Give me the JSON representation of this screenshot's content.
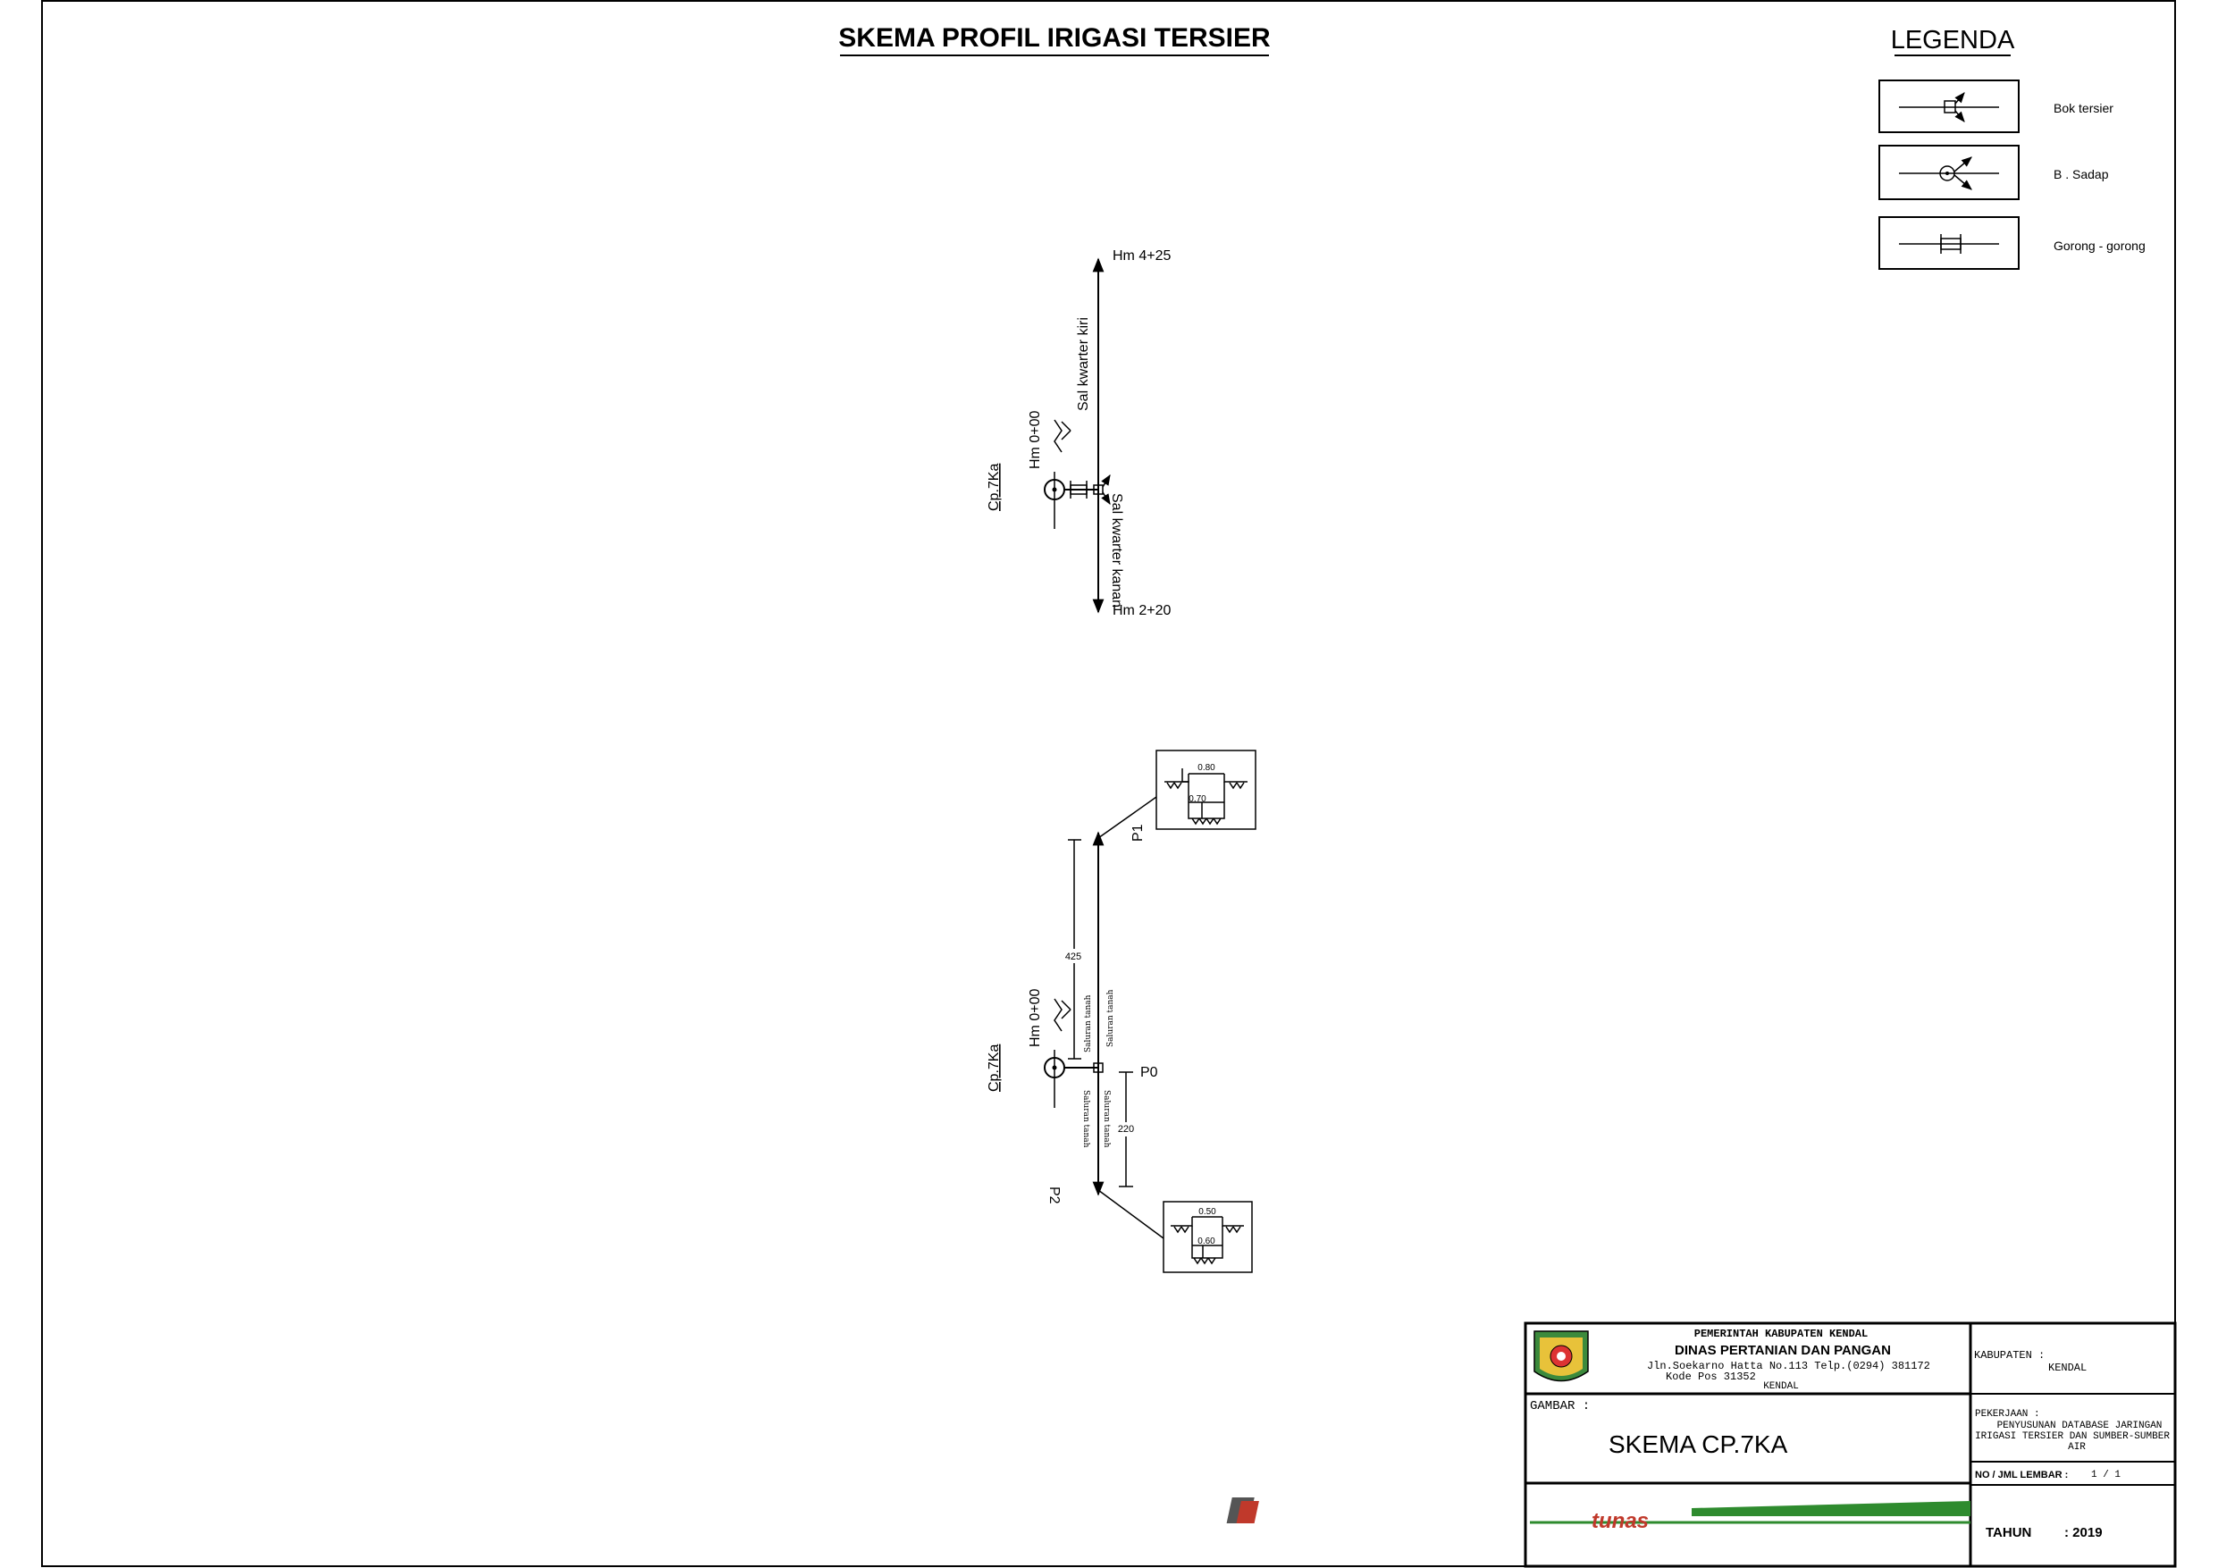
{
  "title": "SKEMA PROFIL IRIGASI TERSIER",
  "legend": {
    "heading": "LEGENDA",
    "items": [
      {
        "label": "Bok tersier",
        "icon": "bok-tersier-icon"
      },
      {
        "label": "B . Sadap",
        "icon": "bangunan-sadap-icon"
      },
      {
        "label": "Gorong - gorong",
        "icon": "gorong-gorong-icon"
      }
    ]
  },
  "schema_upper": {
    "node": "Cp.7Ka",
    "station": "Hm 0+00",
    "top_end": "Hm 4+25",
    "bottom_end": "Hm 2+20",
    "left_channel": "Sal kwarter kiri",
    "right_channel": "Sal kwarter kanan"
  },
  "schema_lower": {
    "node": "Cp.7Ka",
    "station": "Hm 0+00",
    "p0": "P0",
    "p1": "P1",
    "p2": "P2",
    "length_up": "425",
    "length_down": "220",
    "channel_label": "Saluran tanah",
    "section_p1": {
      "width": "0.80",
      "depth": "0.70"
    },
    "section_p2": {
      "width": "0.50",
      "depth": "0.60"
    }
  },
  "title_block": {
    "gov": "PEMERINTAH KABUPATEN KENDAL",
    "agency": "DINAS PERTANIAN DAN PANGAN",
    "address": "Jln.Soekarno Hatta No.113 Telp.(0294) 381172",
    "postal": "Kode Pos 31352",
    "city": "KENDAL",
    "gambar_label": "GAMBAR :",
    "gambar_value": "SKEMA CP.7KA",
    "kabupaten_label": "KABUPATEN :",
    "kabupaten_value": "KENDAL",
    "pekerjaan_label": "PEKERJAAN :",
    "pekerjaan_line1": "PENYUSUNAN DATABASE JARINGAN",
    "pekerjaan_line2": "IRIGASI TERSIER DAN SUMBER-SUMBER",
    "pekerjaan_line3": "AIR",
    "lembar_label": "NO / JML LEMBAR :",
    "lembar_value": "1 / 1",
    "tahun_label": "TAHUN",
    "tahun_value": ": 2019",
    "company": "tunas",
    "brand_color": "#2e8b2e"
  }
}
